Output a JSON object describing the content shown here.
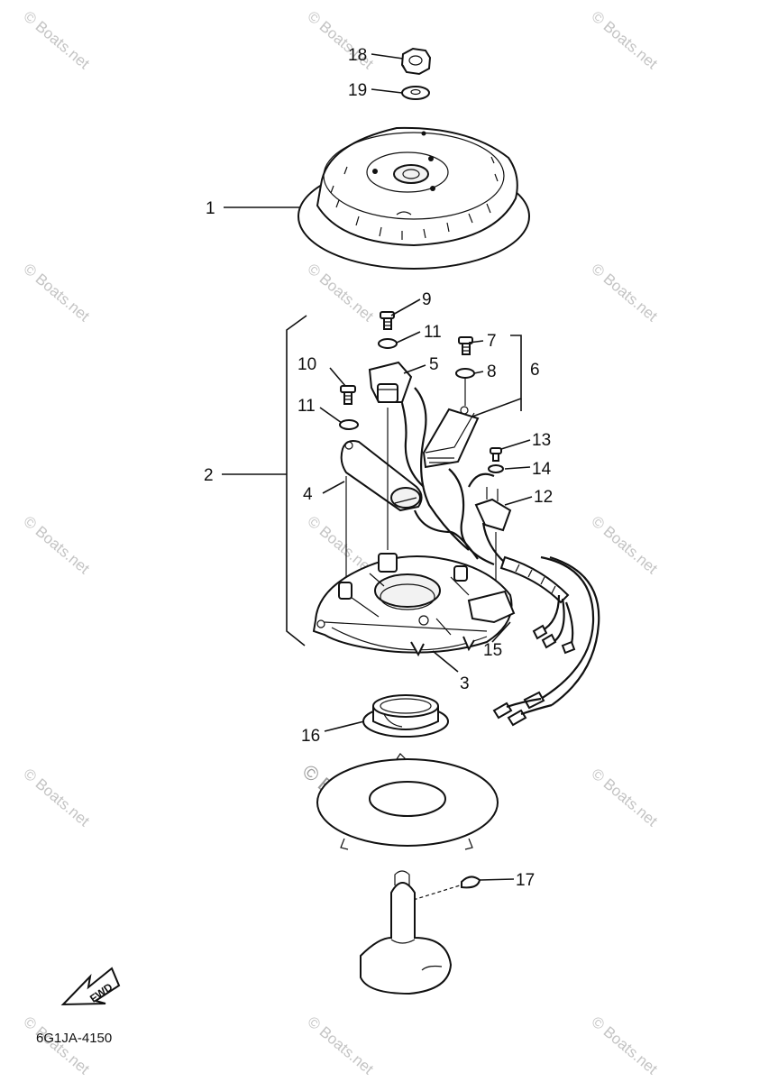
{
  "diagram": {
    "drawing_code": "6G1JA-4150",
    "fwd_label": "FWD",
    "callouts": [
      "1",
      "2",
      "3",
      "4",
      "5",
      "6",
      "7",
      "8",
      "9",
      "10",
      "11",
      "11",
      "12",
      "13",
      "14",
      "15",
      "16",
      "17",
      "18",
      "19"
    ]
  },
  "watermark": {
    "text": "© Boats.net"
  },
  "icons": {
    "fwd_arrow": "fwd-arrow-icon"
  }
}
